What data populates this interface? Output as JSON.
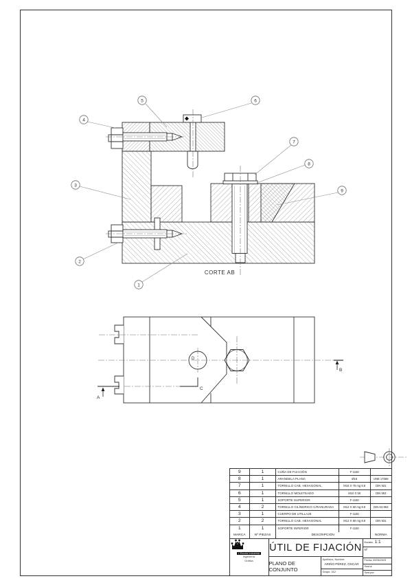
{
  "section_view": {
    "label": "CORTE AB",
    "balloons": {
      "b1": "1",
      "b2": "2",
      "b3": "3",
      "b4": "4",
      "b5": "5",
      "b6": "6",
      "b7": "7",
      "b8": "8",
      "b9": "9"
    }
  },
  "plan_view": {
    "label_a": "A",
    "label_b": "B",
    "label_c": "C",
    "label_d": "D"
  },
  "bom": {
    "headers": {
      "marca": "MARCA",
      "piezas": "Nº PIEZAS",
      "descripcion": "DESCRIPCIÓN",
      "norma": "NORMA"
    },
    "rows": [
      {
        "marca": "9",
        "piezas": "1",
        "descripcion": "CUÑA DE FIJACIÓN",
        "dimension": "F-1150",
        "norma": ""
      },
      {
        "marca": "8",
        "piezas": "1",
        "descripcion": "ARANDELA PLANA",
        "dimension": "Ø16",
        "norma": "UNE 17066"
      },
      {
        "marca": "7",
        "piezas": "1",
        "descripcion": "TORNILLO CAB. HEXAGONAL",
        "dimension": "M16 X 75 mg 8.8",
        "norma": "DIN 931"
      },
      {
        "marca": "6",
        "piezas": "1",
        "descripcion": "TORNILLO MOLETEADO",
        "dimension": "M10 X 50",
        "norma": "DIN 653"
      },
      {
        "marca": "5",
        "piezas": "1",
        "descripcion": "SOPORTE SUPERIOR",
        "dimension": "F-1150",
        "norma": ""
      },
      {
        "marca": "4",
        "piezas": "2",
        "descripcion": "TORNILLO CILÍNDRICO C/RANURADA",
        "dimension": "M12 X 50 mg 8.8",
        "norma": "DIN 84-963"
      },
      {
        "marca": "3",
        "piezas": "1",
        "descripcion": "CUERPO DE UTILLAJE",
        "dimension": "F-1150",
        "norma": ""
      },
      {
        "marca": "2",
        "piezas": "2",
        "descripcion": "TORNILLO CAB. HEXAGONAL",
        "dimension": "M12 X 60 mg 8.8",
        "norma": "DIN 931"
      },
      {
        "marca": "1",
        "piezas": "1",
        "descripcion": "SOPORTE INFERIOR",
        "dimension": "F-1150",
        "norma": ""
      }
    ]
  },
  "title_block": {
    "title": "ÚTIL DE FIJACIÓN",
    "subtitle": "PLANO DE CONJUNTO",
    "school_name": "L'Escola Industrial",
    "dept_line1": "Ingeniería",
    "dept_line2": "Gráfica",
    "apellidos_label": "Apellidos, Nombre:",
    "apellidos_value": "ARIÑO PÉREZ, ÓSCAR",
    "grupo": "Grupo: 312",
    "escala_label": "Escala:",
    "escala_value": "1:1",
    "num_label": "Nº",
    "fecha": "Fecha: 09/05/2023",
    "sust_a": "Sust.a:",
    "sust_por": "Sust.por:"
  }
}
